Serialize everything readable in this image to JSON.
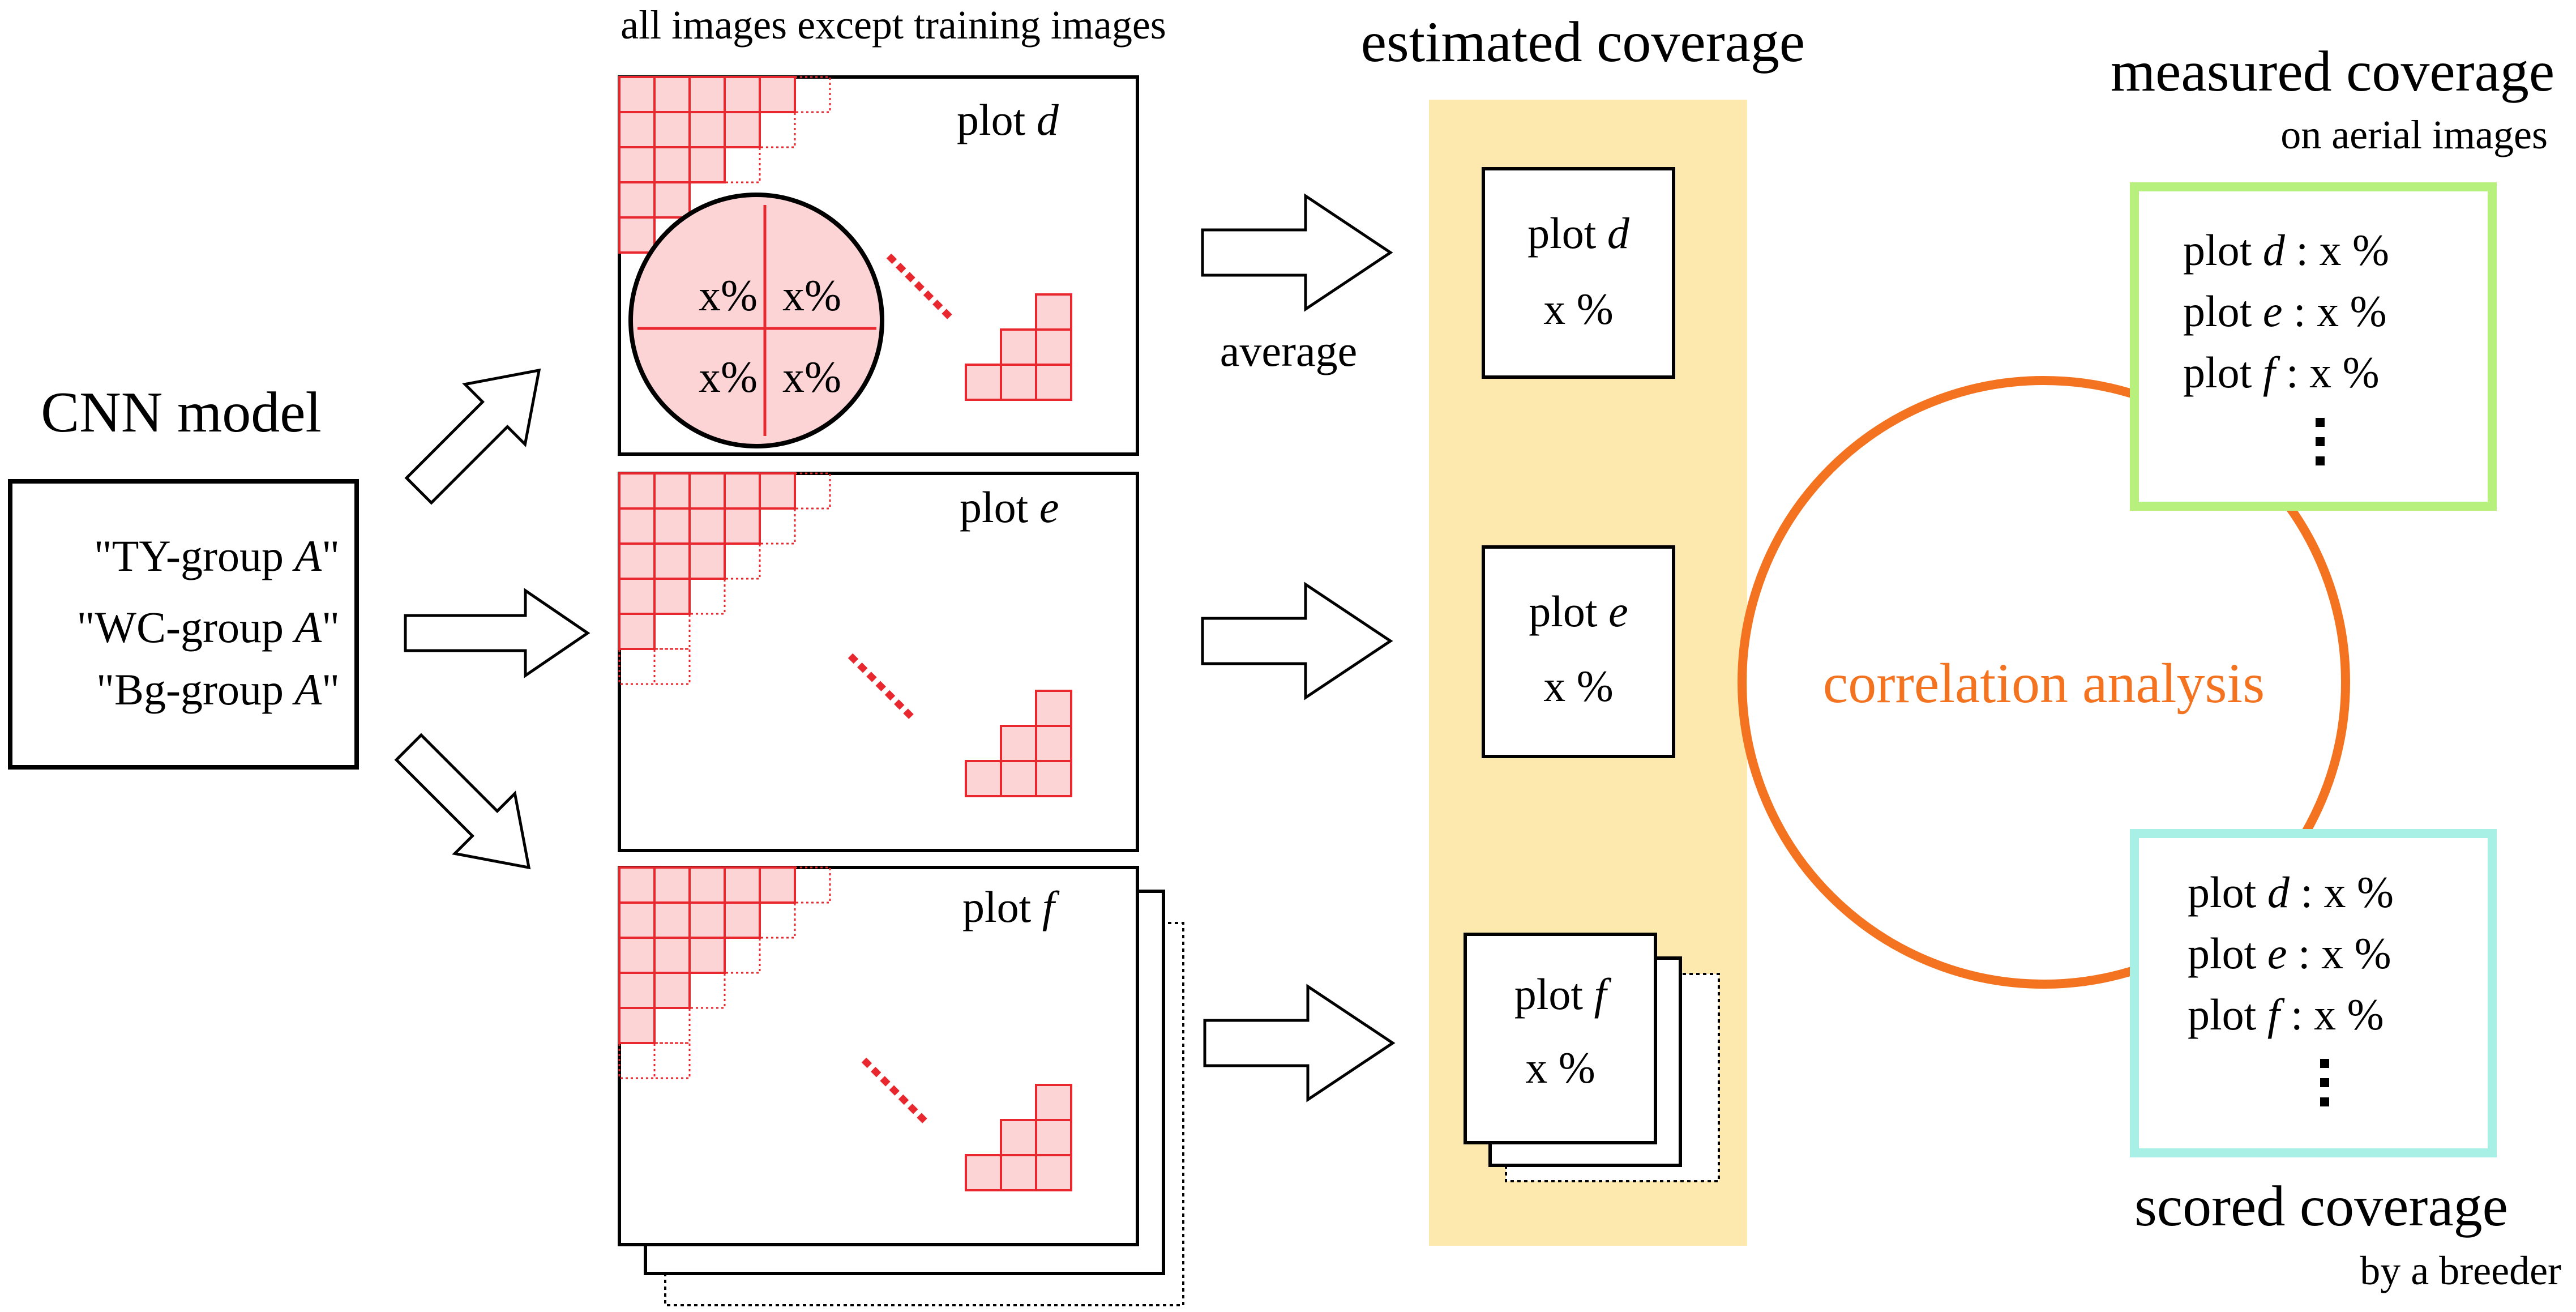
{
  "header": {
    "all_images_label": "all images except training images",
    "estimated_title": "estimated coverage",
    "measured_title": "measured coverage",
    "measured_subtitle": "on aerial images",
    "scored_title": "scored coverage",
    "scored_subtitle": "by a breeder"
  },
  "cnn": {
    "title": "CNN model",
    "lines": [
      {
        "prefix": "\"TY-group ",
        "italic": "A",
        "suffix": "\""
      },
      {
        "prefix": "\"WC-group ",
        "italic": "A",
        "suffix": "\""
      },
      {
        "prefix": "\"Bg-group ",
        "italic": "A",
        "suffix": "\""
      }
    ]
  },
  "plots": [
    {
      "prefix": "plot ",
      "italic": "d"
    },
    {
      "prefix": "plot ",
      "italic": "e"
    },
    {
      "prefix": "plot ",
      "italic": "f"
    }
  ],
  "circle_cells": [
    "x%",
    "x%",
    "x%",
    "x%"
  ],
  "average_label": "average",
  "estimates": [
    {
      "prefix": "plot ",
      "italic": "d",
      "value": "x %"
    },
    {
      "prefix": "plot ",
      "italic": "e",
      "value": "x %"
    },
    {
      "prefix": "plot ",
      "italic": "f",
      "value": "x %"
    }
  ],
  "measured_rows": [
    {
      "prefix": "plot ",
      "italic": "d",
      "suffix": " : x %"
    },
    {
      "prefix": "plot ",
      "italic": "e",
      "suffix": " : x %"
    },
    {
      "prefix": "plot ",
      "italic": "f",
      "suffix": " : x %"
    }
  ],
  "scored_rows": [
    {
      "prefix": "plot ",
      "italic": "d",
      "suffix": " : x %"
    },
    {
      "prefix": "plot ",
      "italic": "e",
      "suffix": " : x %"
    },
    {
      "prefix": "plot ",
      "italic": "f",
      "suffix": " : x %"
    }
  ],
  "correlation_label": "correlation analysis",
  "colors": {
    "tile_fill": "#fcd4d6",
    "tile_stroke": "#e8282e",
    "estimate_band": "#fde9ad",
    "correlation": "#f47320",
    "measured_border": "#b7f07c",
    "scored_border": "#a8f0e6"
  }
}
